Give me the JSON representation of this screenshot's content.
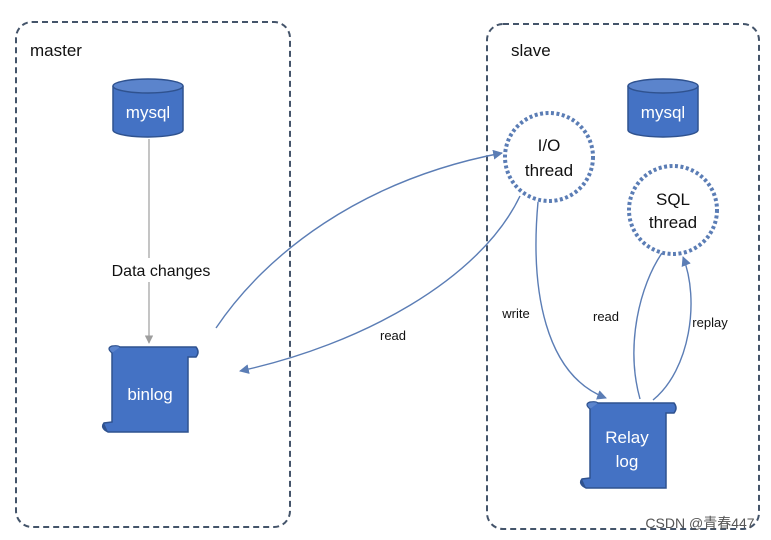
{
  "panels": {
    "master": {
      "label": "master"
    },
    "slave": {
      "label": "slave"
    }
  },
  "nodes": {
    "master_mysql": "mysql",
    "slave_mysql": "mysql",
    "binlog": "binlog",
    "relay_line1": "Relay",
    "relay_line2": "log",
    "io_line1": "I/O",
    "io_line2": "thread",
    "sql_line1": "SQL",
    "sql_line2": "thread"
  },
  "edges": {
    "data_changes": "Data changes",
    "io_read": "read",
    "write": "write",
    "sql_read": "read",
    "replay": "replay"
  },
  "colors": {
    "node_fill": "#4472C4",
    "node_stroke": "#2F528F",
    "panel_stroke": "#44546A",
    "thread_border": "#5B7DB5",
    "edge": "#5B7DB5",
    "edge_gray": "#9E9E9E"
  },
  "watermark": "CSDN @青春447"
}
